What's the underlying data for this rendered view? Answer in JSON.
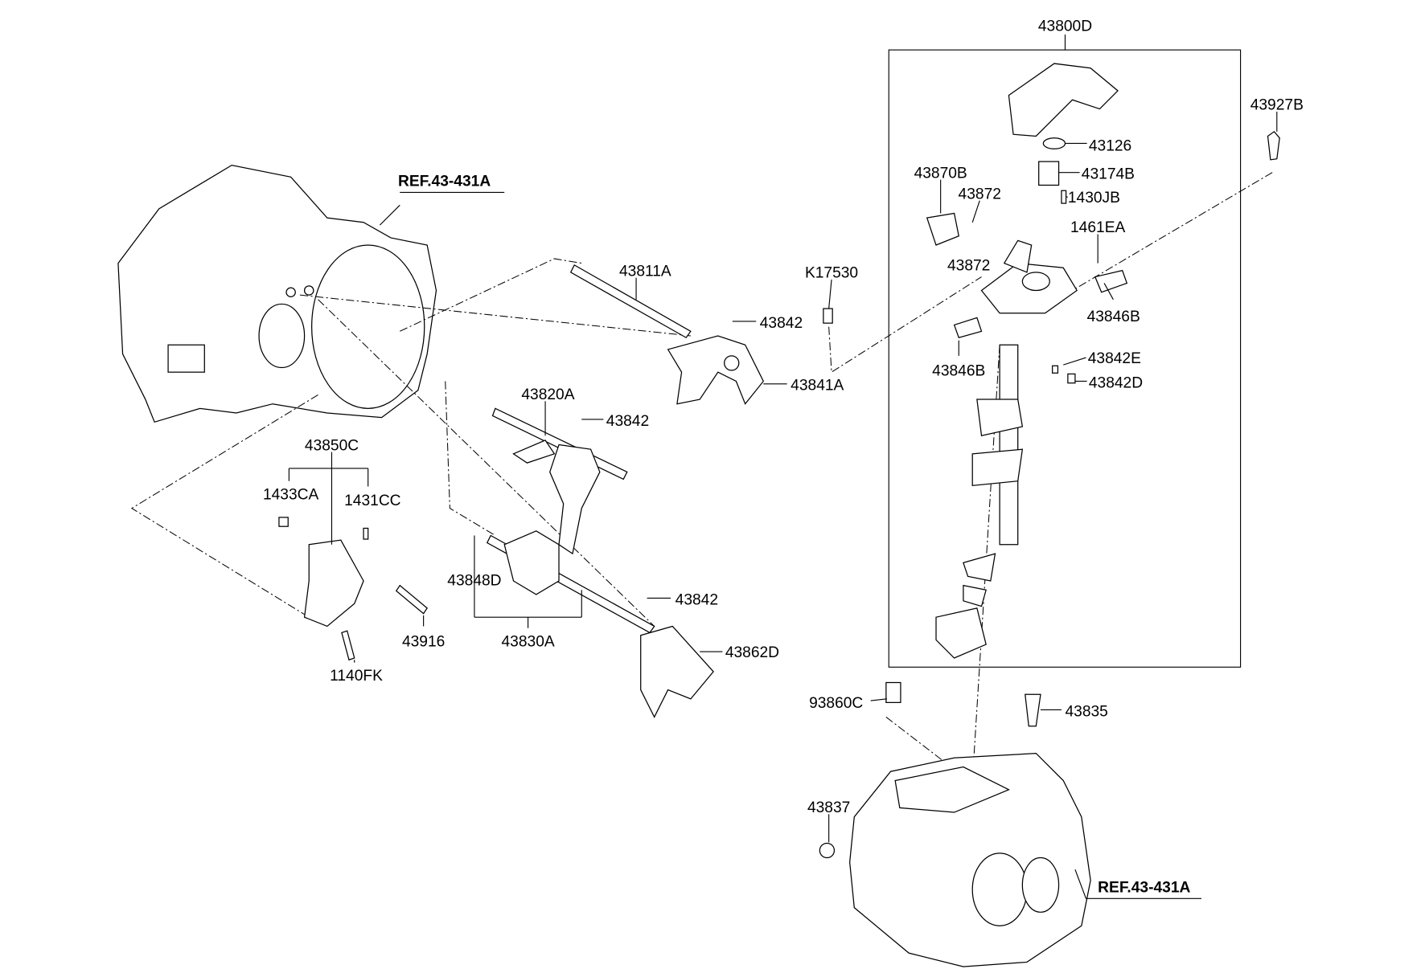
{
  "diagram": {
    "assembly_box_label": "43800D",
    "labels": {
      "l43927B": "43927B",
      "l43126": "43126",
      "l43174B": "43174B",
      "l1430JB": "1430JB",
      "l43870B": "43870B",
      "l43872a": "43872",
      "l43872b": "43872",
      "l1461EA": "1461EA",
      "l43846Ba": "43846B",
      "l43846Bb": "43846B",
      "l43842E": "43842E",
      "l43842D": "43842D",
      "lK17530": "K17530",
      "l43811A": "43811A",
      "l43842a": "43842",
      "l43841A": "43841A",
      "l43820A": "43820A",
      "l43842b": "43842",
      "ref1": "REF.43-431A",
      "l43850C": "43850C",
      "l1433CA": "1433CA",
      "l1431CC": "1431CC",
      "l43848D": "43848D",
      "l43830A": "43830A",
      "l43842c": "43842",
      "l43862D": "43862D",
      "l43916": "43916",
      "l1140FK": "1140FK",
      "l93860C": "93860C",
      "l43835": "43835",
      "l43837": "43837",
      "ref2": "REF.43-431A"
    }
  }
}
